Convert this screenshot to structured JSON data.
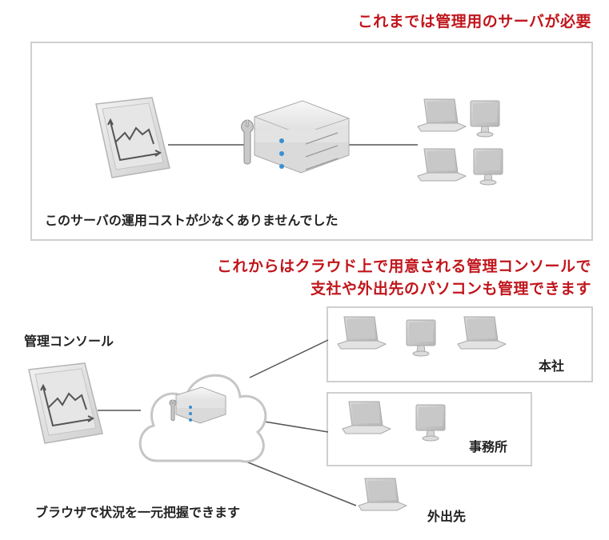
{
  "top": {
    "heading": "これまでは管理用のサーバが必要",
    "caption": "このサーバの運用コストが少なくありませんでした"
  },
  "bottom": {
    "heading_line1": "これからはクラウド上で用意される管理コンソールで",
    "heading_line2": "支社や外出先のパソコンも管理できます",
    "console_label": "管理コンソール",
    "browser_caption": "ブラウザで状況を一元把握できます",
    "site_honsha": "本社",
    "site_jimusho": "事務所",
    "site_gaishutsu": "外出先"
  },
  "colors": {
    "accent_red": "#c0161c",
    "frame_border": "#cfcfcf",
    "device_gray": "#d9d9d9",
    "screen_gray": "#c4c4c4",
    "server_blue": "#3a8fd0"
  }
}
